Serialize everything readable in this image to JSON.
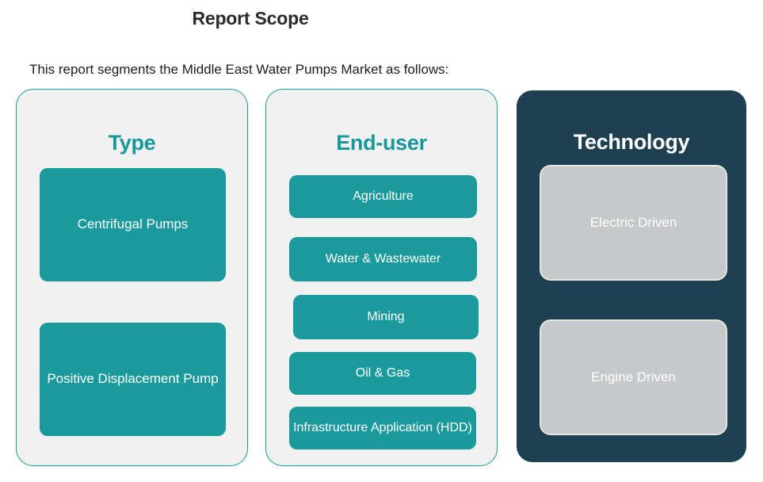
{
  "header": {
    "title": "Report Scope",
    "subtitle": "This report segments the Middle East Water Pumps Market as follows:"
  },
  "colors": {
    "teal": "#1A9A9C",
    "teal_heading": "#17999C",
    "dark_navy": "#1E4051",
    "gray_box": "#C6C8C9",
    "card_light_bg": "#F2F1F1",
    "white": "#FFFFFF"
  },
  "columns": [
    {
      "heading": "Type",
      "style": "light",
      "items": [
        {
          "label": "Centrifugal Pumps"
        },
        {
          "label": "Positive Displacement Pump"
        }
      ]
    },
    {
      "heading": "End-user",
      "style": "light",
      "items": [
        {
          "label": "Agriculture"
        },
        {
          "label": "Water & Wastewater"
        },
        {
          "label": "Mining"
        },
        {
          "label": "Oil & Gas"
        },
        {
          "label": "Infrastructure Application (HDD)"
        }
      ]
    },
    {
      "heading": "Technology",
      "style": "dark",
      "items": [
        {
          "label": "Electric Driven"
        },
        {
          "label": "Engine Driven"
        }
      ]
    }
  ]
}
